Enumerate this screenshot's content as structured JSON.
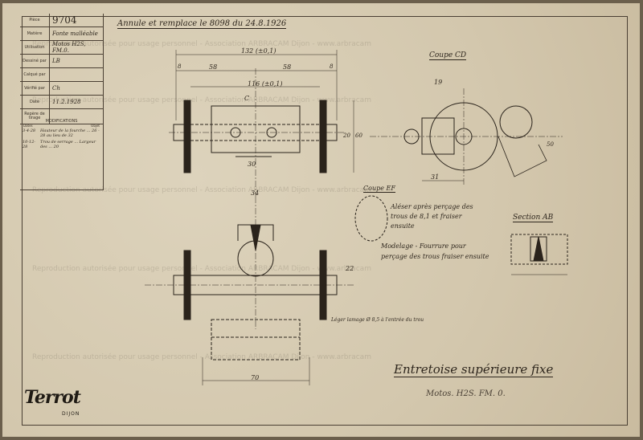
{
  "titleblock": {
    "rows": [
      {
        "label": "Pièce",
        "value": "9704"
      },
      {
        "label": "Matière",
        "value": "Fonte malléable"
      },
      {
        "label": "Utilisation",
        "value": "Motos H2S, FM.0."
      },
      {
        "label": "Dessiné par",
        "value": "LB"
      },
      {
        "label": "Calqué par",
        "value": ""
      },
      {
        "label": "Vérifié par",
        "value": "Ch"
      },
      {
        "label": "Date",
        "value": "11.2.1928"
      },
      {
        "label": "Repère de tirage",
        "value": ""
      }
    ]
  },
  "modifications": {
    "title": "MODIFICATIONS",
    "col_date": "Dates",
    "col_objet": "Objet",
    "entries": [
      {
        "date": "3-4-28",
        "text": "Hauteur de la fourche ... 26 - 28 au lieu de 32"
      },
      {
        "date": "10-12-28",
        "text": "Trou de serrage ... Largeur des ... 20"
      }
    ]
  },
  "annotation_top": "Annule et remplace le 8098 du 24.8.1926",
  "dims": {
    "d132": "132 (±0,1)",
    "d116": "116 (±0,1)",
    "d58a": "58",
    "d58b": "58",
    "d8a": "8",
    "d8b": "8",
    "d30": "30",
    "d20": "20",
    "d60": "60",
    "d34": "34",
    "d70": "70",
    "d22": "22",
    "d19": "19",
    "d31": "31",
    "d50": "50",
    "c": "C"
  },
  "labels": {
    "coupe_cd": "Coupe CD",
    "coupe_ef": "Coupe EF",
    "section_ab": "Section AB",
    "aleser": "Aléser après perçage des trous de 8,1 et fraiser ensuite",
    "modelage": "Modelage - Fourrure pour perçage des trous fraiser ensuite",
    "lamage": "Léger lamage Ø 8,5 à l'entrée du trou",
    "part_name": "Entretoise supérieure fixe",
    "moto": "Motos. H2S. FM. 0."
  },
  "logo": {
    "name": "Terrot",
    "city": "DIJON"
  },
  "watermark": "Reproduction autorisée pour usage personnel - Association ARBRACAM Dijon - www.arbracam"
}
